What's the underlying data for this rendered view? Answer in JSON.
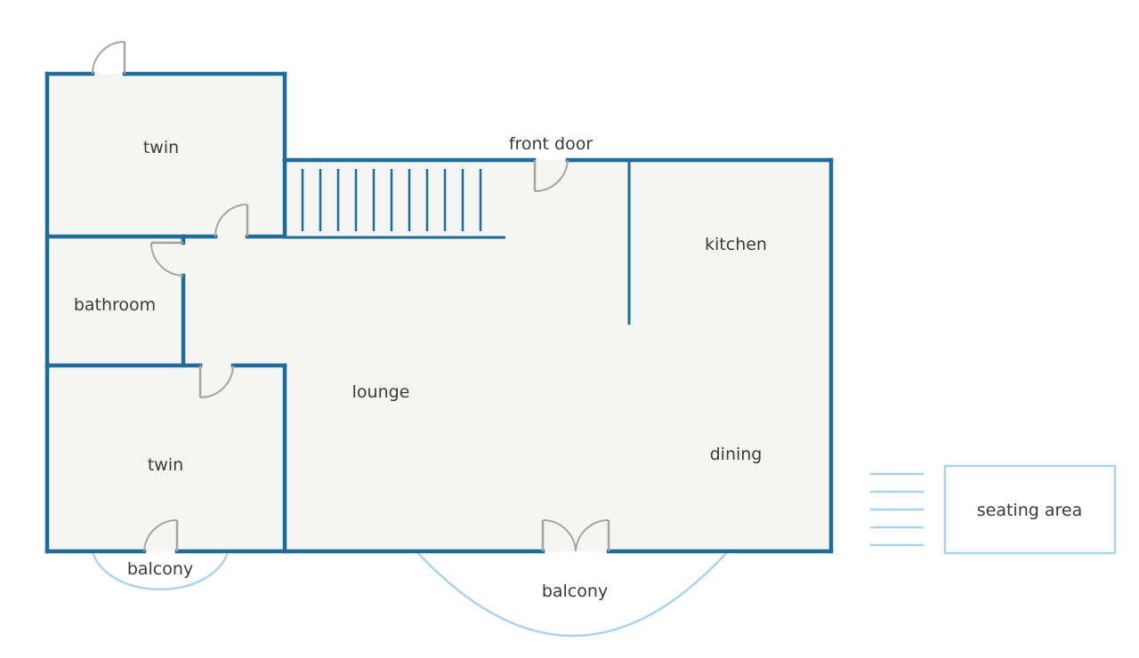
{
  "labels": {
    "twin_upper": "twin",
    "twin_lower": "twin",
    "bathroom": "bathroom",
    "lounge": "lounge",
    "kitchen": "kitchen",
    "dining": "dining",
    "front_door": "front door",
    "balcony_small": "balcony",
    "balcony_main": "balcony",
    "seating_area": "seating area"
  },
  "colors": {
    "wall": "#1f6c99",
    "floor": "#f5f5f4",
    "outdoor": "#a9d4ea",
    "door": "#a4a4a4",
    "text": "#3a3a3a"
  }
}
